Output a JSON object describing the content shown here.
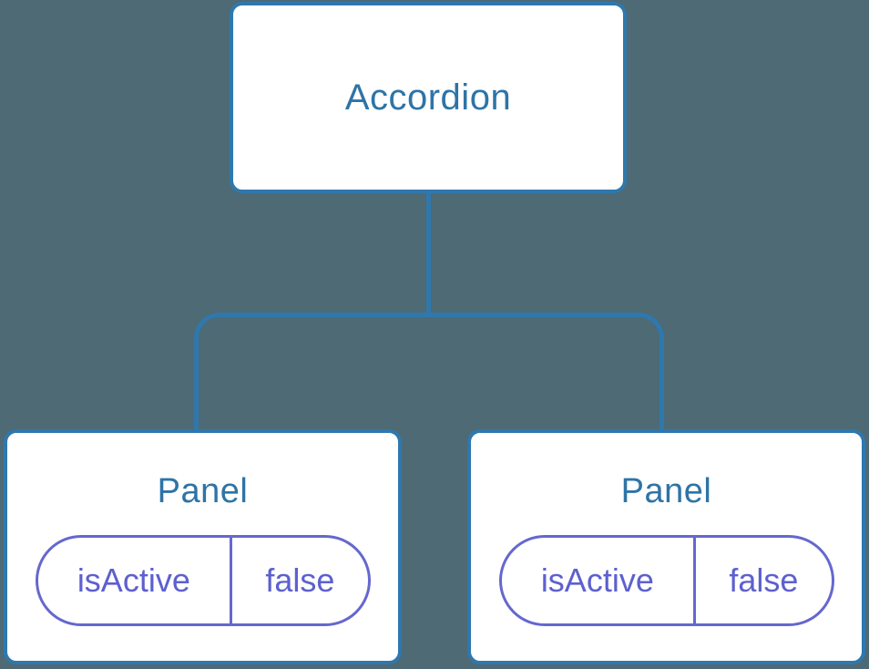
{
  "colors": {
    "background": "#4D6A75",
    "connector": "#2F78AD",
    "node_bg": "#FFFFFF",
    "node_border": "#2F78AD",
    "node_label": "#2E74A6",
    "pill_border": "#6568CE",
    "pill_text": "#5D60CE"
  },
  "tree": {
    "root": {
      "label": "Accordion"
    },
    "children": [
      {
        "label": "Panel",
        "state": {
          "key": "isActive",
          "value": "false"
        }
      },
      {
        "label": "Panel",
        "state": {
          "key": "isActive",
          "value": "false"
        }
      }
    ]
  }
}
